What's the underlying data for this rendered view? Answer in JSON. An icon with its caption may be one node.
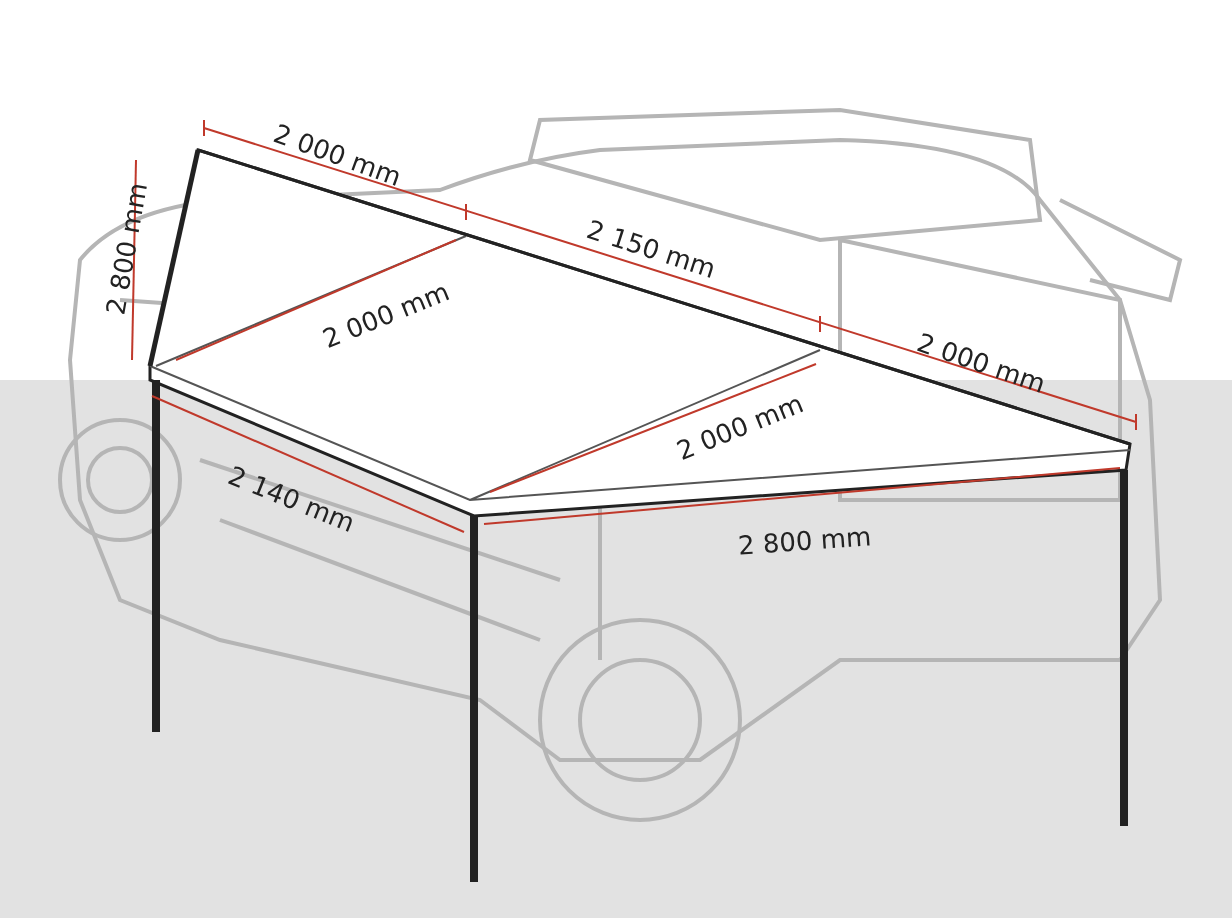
{
  "diagram": {
    "labels": [
      "2 000 mm",
      "2 800 mm",
      "2 150 mm",
      "2 000 mm",
      "2 000 mm",
      "2 000 mm",
      "2 140 mm",
      "2 800 mm"
    ]
  }
}
